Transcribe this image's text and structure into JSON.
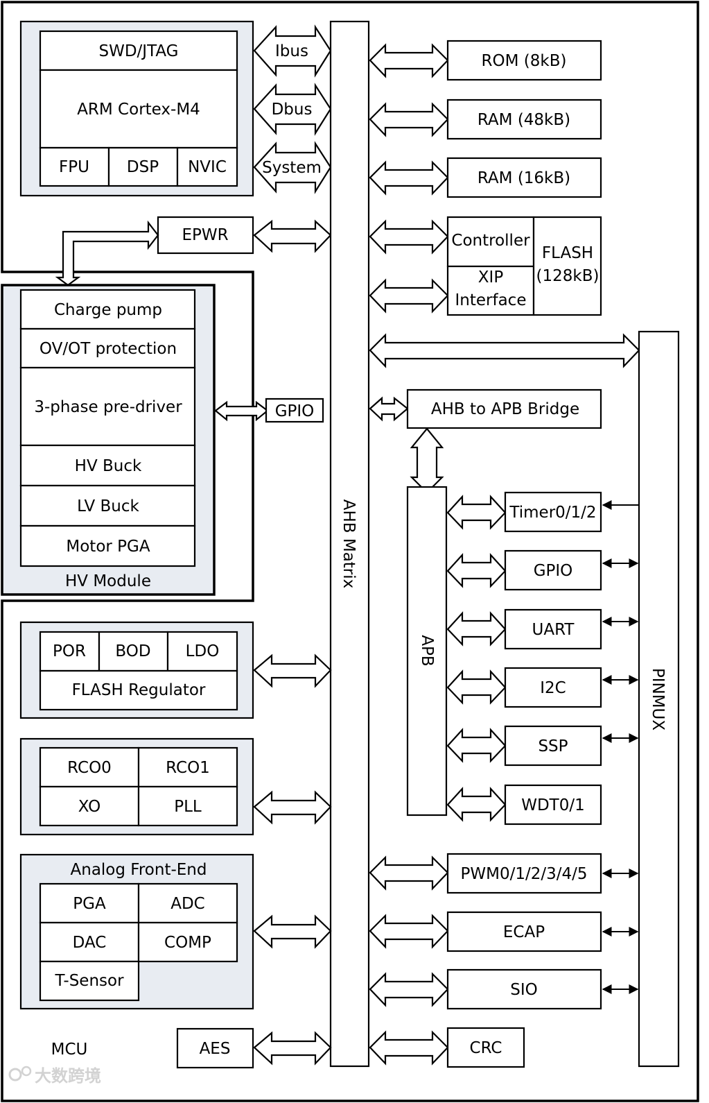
{
  "mcu": {
    "label": "MCU",
    "cpu_core": {
      "debug": "SWD/JTAG",
      "core": "ARM Cortex-M4",
      "units": [
        "FPU",
        "DSP",
        "NVIC"
      ]
    },
    "buses": [
      "Ibus",
      "Dbus",
      "System"
    ],
    "epwr": "EPWR",
    "hv_module": {
      "title": "HV Module",
      "blocks": [
        "Charge pump",
        "OV/OT protection",
        "3-phase pre-driver",
        "HV Buck",
        "LV Buck",
        "Motor PGA"
      ]
    },
    "hv_gpio": "GPIO",
    "ahb_matrix": "AHB Matrix",
    "memories": {
      "rom": "ROM (8kB)",
      "ram1": "RAM (48kB)",
      "ram2": "RAM (16kB)",
      "flash_controller": "Controller",
      "xip_line1": "XIP",
      "xip_line2": "Interface",
      "flash_line1": "FLASH",
      "flash_line2": "(128kB)"
    },
    "bridge": "AHB to APB Bridge",
    "apb": "APB",
    "apb_peripherals": [
      "Timer0/1/2",
      "GPIO",
      "UART",
      "I2C",
      "SSP",
      "WDT0/1"
    ],
    "ahb_peripherals": [
      "PWM0/1/2/3/4/5",
      "ECAP",
      "SIO",
      "CRC"
    ],
    "pinmux": "PINMUX",
    "power": {
      "top": [
        "POR",
        "BOD",
        "LDO"
      ],
      "bottom": "FLASH Regulator"
    },
    "clocks": [
      "RCO0",
      "RCO1",
      "XO",
      "PLL"
    ],
    "afe": {
      "title": "Analog Front-End",
      "blocks": [
        "PGA",
        "ADC",
        "DAC",
        "COMP",
        "T-Sensor"
      ]
    },
    "aes": "AES"
  },
  "watermark": "大数跨境"
}
